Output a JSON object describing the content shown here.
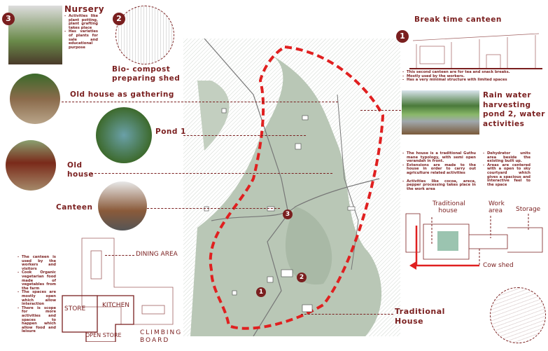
{
  "nursery": {
    "badge": "3",
    "title": "Nursery",
    "bullets": [
      "Activities like plant potting, plant grafting takes place",
      "Has varieties of plants for sale and educational purpose"
    ]
  },
  "compost": {
    "badge": "2",
    "title": "Bio- compost preparing shed"
  },
  "canteen_break": {
    "badge": "1",
    "title": "Break time canteen",
    "bullets": [
      "This second canteen are for tea and snack breaks.",
      "Mostly used by the workers.",
      "Has a very minimal structure with limited spaces"
    ]
  },
  "rain": {
    "title": "Rain water harvesting pond 2, water activities"
  },
  "left_labels": {
    "old_house_gathering": "Old house as gathering",
    "pond": "Pond 1",
    "old_house": "Old house",
    "canteen": "Canteen"
  },
  "canteen_notes": [
    "The canteen is used by the workers and visitors",
    "Cook Organic vegetarian food made of vegetables from the farm",
    "The spaces are mostly open which allow interaction",
    "There is scope for more activities and spaces to happen which allow food and leisure"
  ],
  "plan": {
    "dining": "DINING AREA",
    "kitchen": "KITCHEN",
    "store": "STORE",
    "open_store": "OPEN STORE",
    "climbing": "CLIMBING BOARD"
  },
  "house_notes_left": [
    "The house is a traditional Guthu mane typology, with semi open verandah in front.",
    "Extensions are made to the house in order to carry out agriculture related activities",
    "Activities like cocoa, areca, pepper processing takes place in the work area"
  ],
  "house_notes_right": [
    "Dehydrator units area beside the existing built up.",
    "Areas are centered with a open to sky courtyard which gives a spacious and interactive feel to the space"
  ],
  "house_plan": {
    "traditional": "Traditional house",
    "work": "Work area",
    "storage": "Storage",
    "cowshed": "Cow shed"
  },
  "traditional_house": "Traditional House",
  "map_markers": [
    "3",
    "1",
    "2"
  ],
  "colors": {
    "accent": "#7a1f1f",
    "boundary": "#e02020"
  }
}
